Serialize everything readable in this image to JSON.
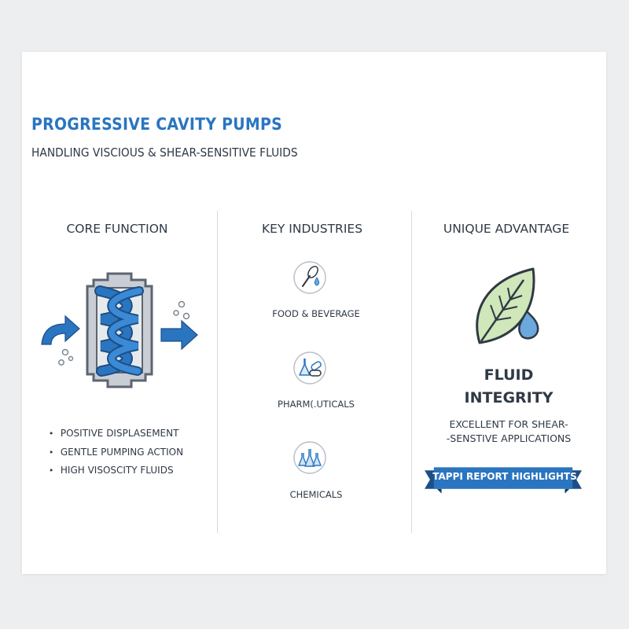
{
  "header": {
    "title": "PROGRESSIVE CAVITY PUMPS",
    "subtitle": "HANDLING VISCIOUS & SHEAR-SENSITIVE FLUIDS"
  },
  "columns": {
    "core": {
      "heading": "CORE FUNCTION",
      "bullets": [
        "POSITIVE DISPLASEMENT",
        "GENTLE PUMPING ACTION",
        "HIGH VISOSCITY FLUIDS"
      ]
    },
    "industries": {
      "heading": "KEY INDUSTRIES",
      "items": [
        {
          "label": "FOOD & BEVERAGE",
          "icon": "whisk-droplet-icon"
        },
        {
          "label": "PHARM(.UTICALS",
          "icon": "flask-pill-icon"
        },
        {
          "label": "CHEMICALS",
          "icon": "beakers-icon"
        }
      ]
    },
    "advantage": {
      "heading": "UNIQUE ADVANTAGE",
      "big_line1": "FLUID",
      "big_line2": "INTEGRITY",
      "text_line1": "EXCELLENT FOR SHEAR-",
      "text_line2": "-SENSTIVE APPLICATIONS",
      "ribbon_label": "TAPPI REPORT HIGHLIGHTS",
      "icon": "leaf-droplet-icon"
    }
  },
  "colors": {
    "accent": "#2a75c0",
    "pump_body": "#7c8691",
    "leaf_fill": "#cfe7b9",
    "divider": "#d5d9de"
  }
}
